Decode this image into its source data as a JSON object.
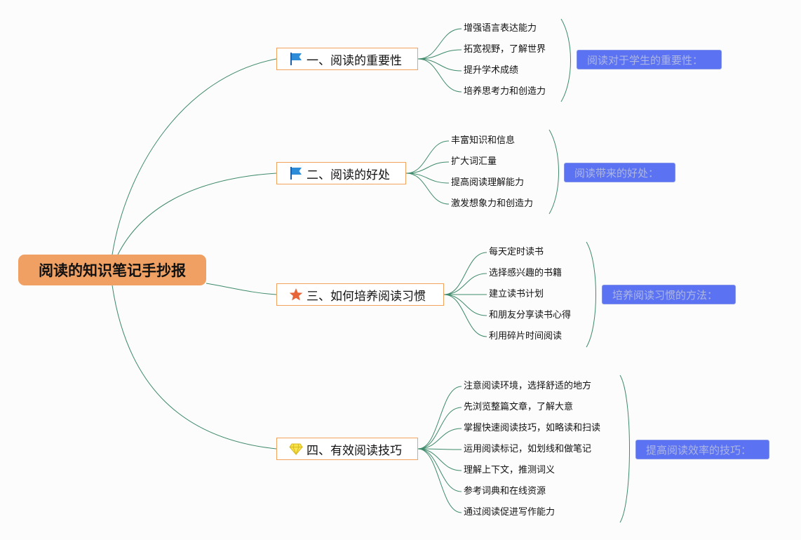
{
  "root": {
    "title": "阅读的知识笔记手抄报"
  },
  "colors": {
    "root_fill": "#f0a063",
    "branch_border": "#f1a35d",
    "summary_fill": "#5b73f2",
    "connector": "#3e8a6a"
  },
  "branches": [
    {
      "title": "一、阅读的重要性",
      "icon": "blue-flag-icon",
      "items": [
        "增强语言表达能力",
        "拓宽视野，了解世界",
        "提升学术成绩",
        "培养思考力和创造力"
      ],
      "summary": "阅读对于学生的重要性："
    },
    {
      "title": "二、阅读的好处",
      "icon": "blue-flag-icon",
      "items": [
        "丰富知识和信息",
        "扩大词汇量",
        "提高阅读理解能力",
        "激发想象力和创造力"
      ],
      "summary": "阅读带来的好处："
    },
    {
      "title": "三、如何培养阅读习惯",
      "icon": "orange-star-icon",
      "items": [
        "每天定时读书",
        "选择感兴趣的书籍",
        "建立读书计划",
        "和朋友分享读书心得",
        "利用碎片时间阅读"
      ],
      "summary": "培养阅读习惯的方法："
    },
    {
      "title": "四、有效阅读技巧",
      "icon": "yellow-diamond-icon",
      "items": [
        "注意阅读环境，选择舒适的地方",
        "先浏览整篇文章，了解大意",
        "掌握快速阅读技巧，如略读和扫读",
        "运用阅读标记，如划线和做笔记",
        "理解上下文，推测词义",
        "参考词典和在线资源",
        "通过阅读促进写作能力"
      ],
      "summary": "提高阅读效率的技巧："
    }
  ]
}
